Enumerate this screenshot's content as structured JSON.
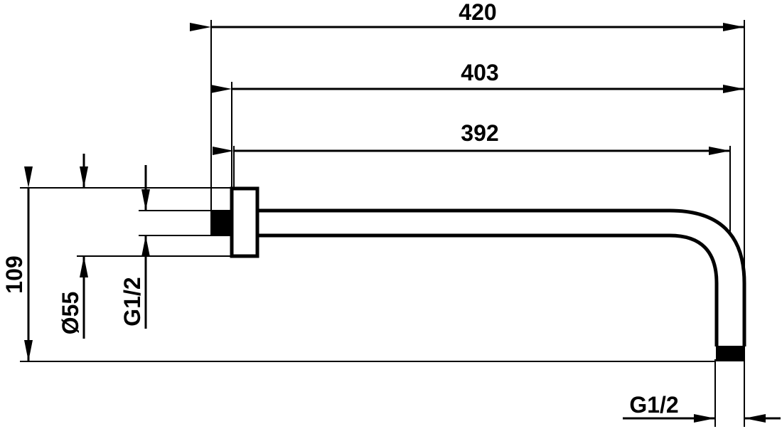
{
  "dimensions": {
    "overall_length": "420",
    "arm_length": "403",
    "pipe_length": "392",
    "height": "109",
    "flange_diameter": "Ø55",
    "wall_thread": "G1/2",
    "outlet_thread": "G1/2"
  },
  "colors": {
    "line": "#000000",
    "background": "#ffffff"
  }
}
